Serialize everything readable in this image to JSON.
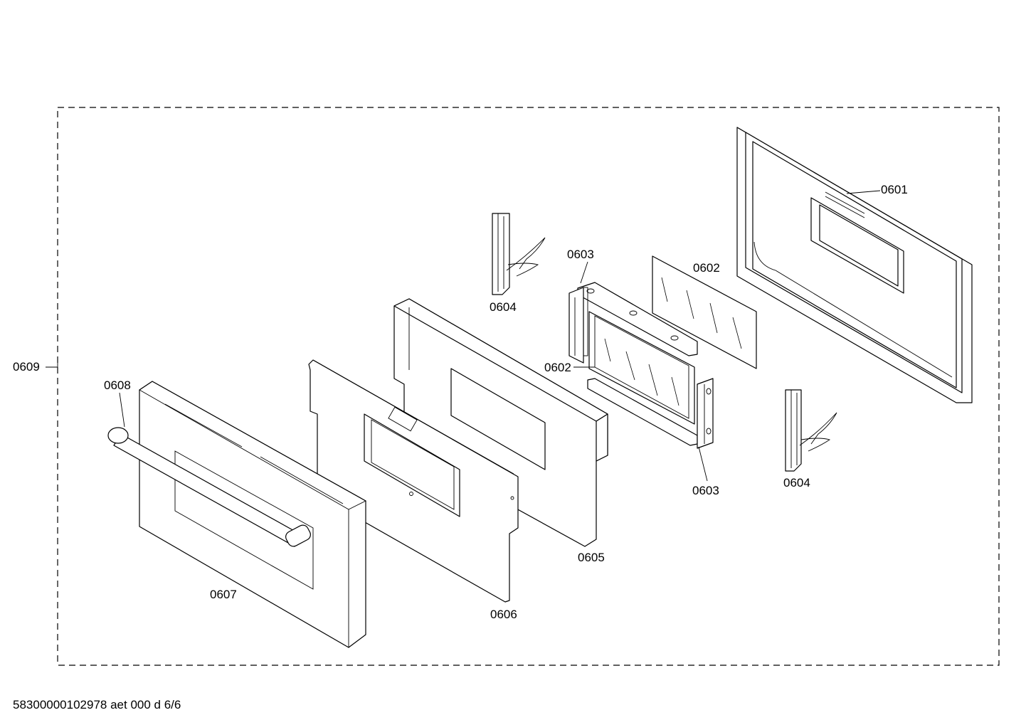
{
  "document": {
    "footer": "58300000102978 aet 000 d 6/6"
  },
  "labels": {
    "p0601": "0601",
    "p0602a": "0602",
    "p0602b": "0602",
    "p0603a": "0603",
    "p0603b": "0603",
    "p0604a": "0604",
    "p0604b": "0604",
    "p0605": "0605",
    "p0606": "0606",
    "p0607": "0607",
    "p0608": "0608",
    "p0609": "0609"
  }
}
